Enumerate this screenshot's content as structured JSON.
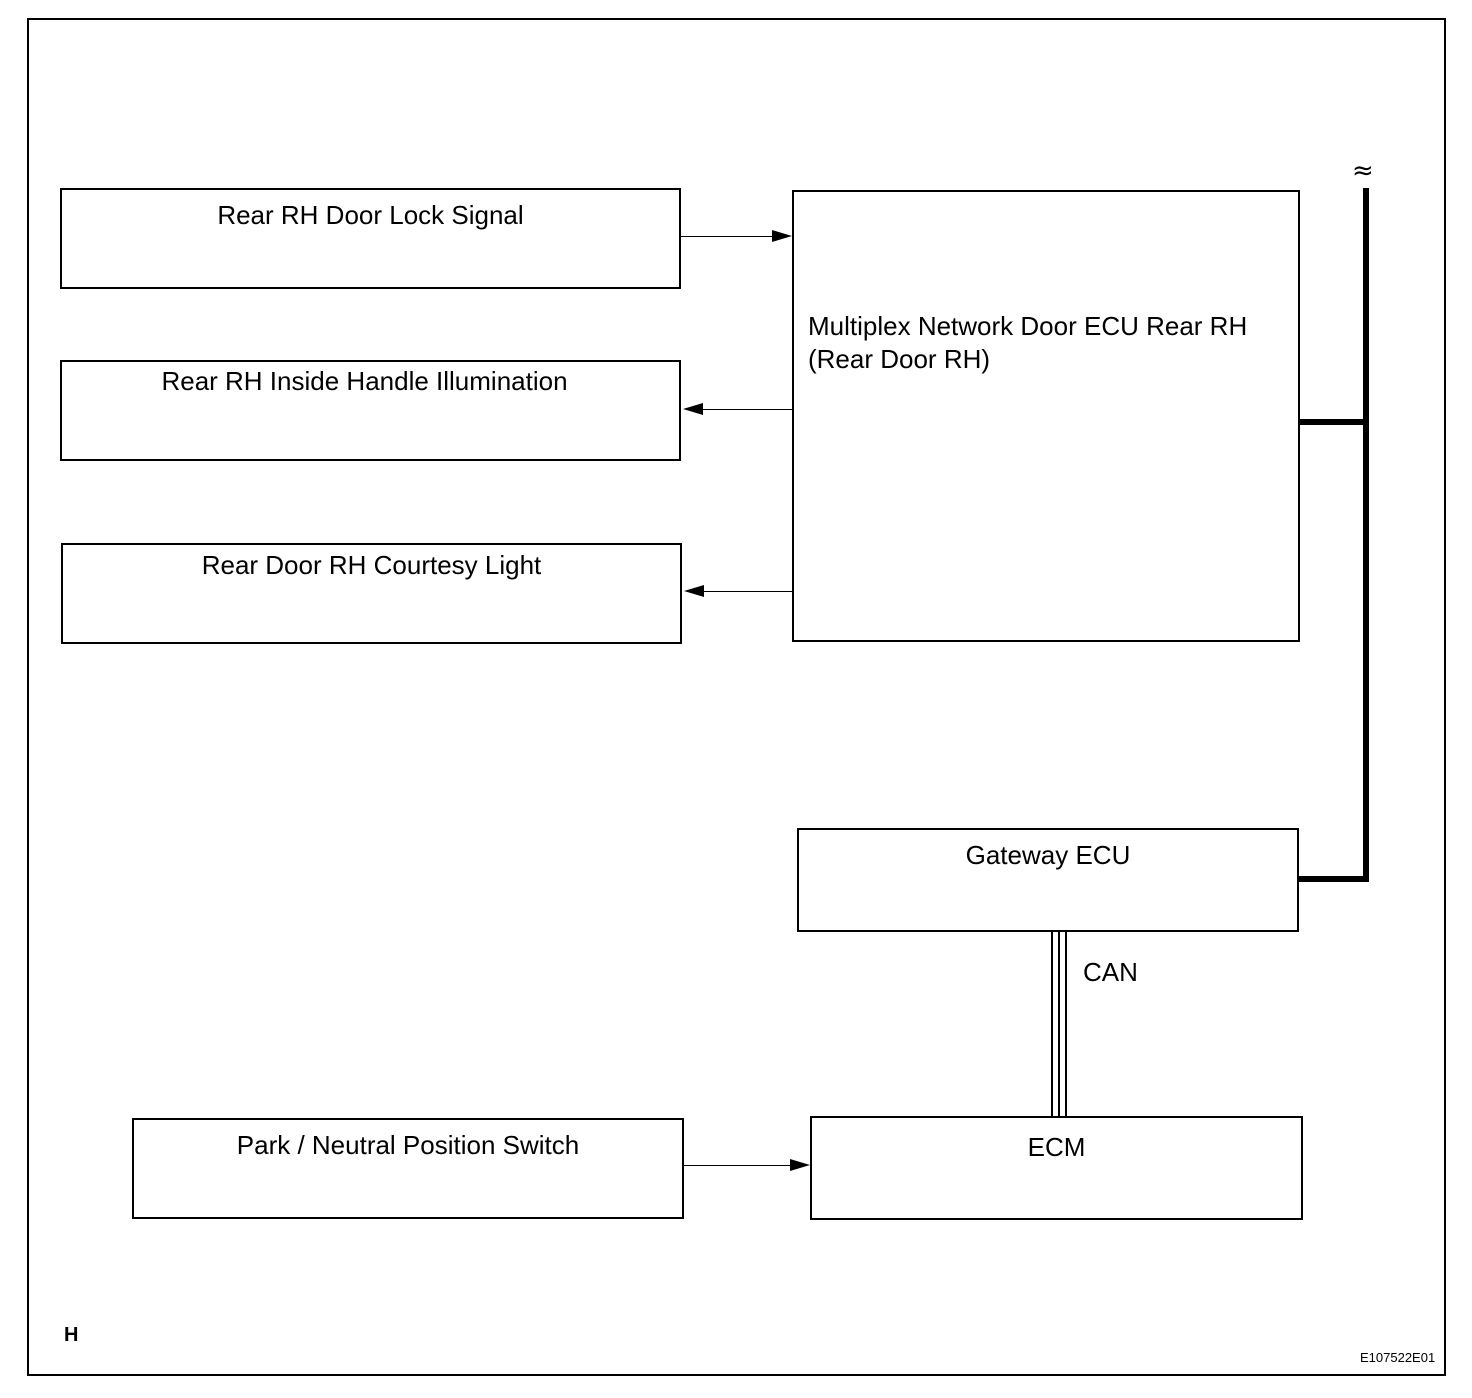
{
  "boxes": {
    "door_lock_signal": "Rear RH Door Lock Signal",
    "inside_handle": "Rear RH Inside Handle Illumination",
    "courtesy_light": "Rear Door RH Courtesy Light",
    "door_ecu_line1": "Multiplex Network Door ECU Rear RH",
    "door_ecu_line2": "(Rear Door RH)",
    "gateway_ecu": "Gateway ECU",
    "ecm": "ECM",
    "pnp_switch": "Park / Neutral Position Switch"
  },
  "bus_label": "CAN",
  "break_symbol": "≈",
  "corner_label": "H",
  "figure_code": "E107522E01"
}
